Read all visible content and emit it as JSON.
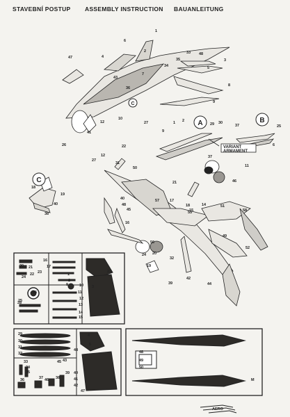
{
  "header": {
    "cz": "STAVEBNÍ POSTUP",
    "en": "ASSEMBLY INSTRUCTION",
    "de": "BAUANLEITUNG"
  },
  "steps": {
    "a": "A",
    "b": "B",
    "c": "C"
  },
  "variant": {
    "line1": "VARIANT",
    "line2": "ARMAMENT"
  },
  "brand": {
    "logo": "AERO"
  },
  "callouts": {
    "upper": [
      "1",
      "2",
      "3",
      "4",
      "5",
      "6",
      "7",
      "8",
      "9",
      "10",
      "12",
      "26",
      "27",
      "33",
      "34",
      "35",
      "36",
      "41",
      "43",
      "47",
      "48"
    ],
    "boxA": [
      "1",
      "2",
      "29",
      "30",
      "37",
      "9"
    ],
    "boxB": [
      "6",
      "25"
    ],
    "mid": [
      "11",
      "12",
      "14",
      "15",
      "16",
      "17",
      "18",
      "19",
      "20",
      "21",
      "22",
      "23",
      "24",
      "27",
      "31",
      "32",
      "37",
      "39",
      "40",
      "42",
      "44",
      "45",
      "46",
      "48",
      "49",
      "50",
      "51",
      "52",
      "55",
      "56",
      "57",
      "58"
    ],
    "leftC": [
      "18",
      "19",
      "38",
      "40"
    ],
    "sprue1": [
      "16",
      "17",
      "20",
      "21",
      "22",
      "23",
      "24",
      "25",
      "26",
      "28",
      "1",
      "2",
      "3",
      "9",
      "10",
      "11",
      "12",
      "13",
      "14",
      "15"
    ],
    "sprue2": [
      "4",
      "5",
      "29",
      "30",
      "31",
      "32",
      "33",
      "34",
      "35",
      "36",
      "37",
      "38",
      "39",
      "40",
      "41",
      "42",
      "43",
      "44",
      "45",
      "46",
      "47"
    ],
    "sprue3": [
      "48",
      "49",
      "50",
      "M"
    ]
  }
}
